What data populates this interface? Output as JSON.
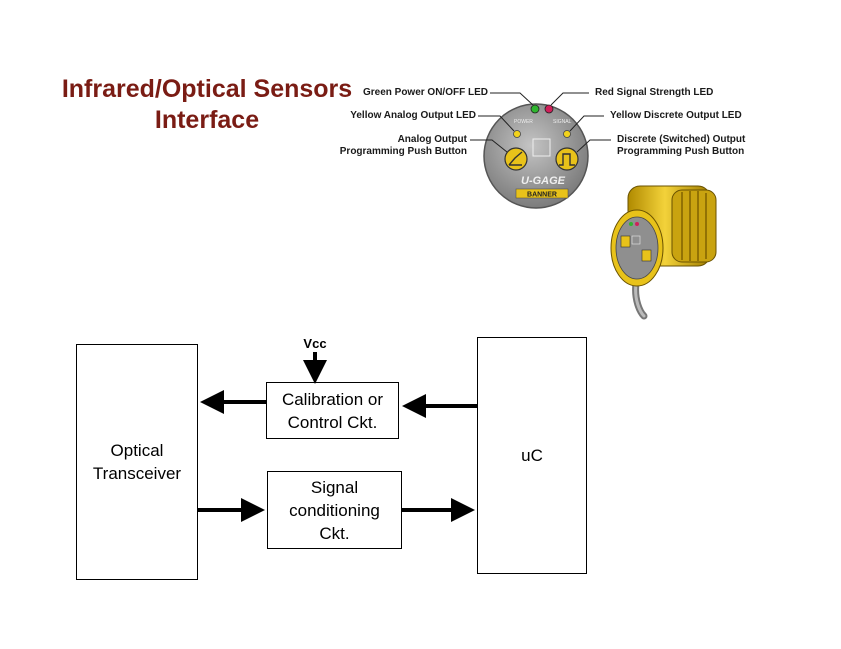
{
  "slide": {
    "title_line1": "Infrared/Optical Sensors",
    "title_line2": "Interface"
  },
  "sensor_figure": {
    "callouts": {
      "green_power": "Green Power ON/OFF LED",
      "red_signal": "Red Signal Strength LED",
      "yellow_analog": "Yellow Analog Output LED",
      "yellow_discrete": "Yellow Discrete Output LED",
      "analog_button_line1": "Analog Output",
      "analog_button_line2": "Programming Push Button",
      "discrete_button_line1": "Discrete (Switched) Output",
      "discrete_button_line2": "Programming Push Button"
    },
    "face_labels": {
      "power": "POWER",
      "signal": "SIGNAL",
      "product": "U-GAGE",
      "brand": "BANNER"
    },
    "colors": {
      "housing_yellow": "#e8c21a",
      "face_gray": "#9a9a9a",
      "led_green": "#2fb52f",
      "led_red": "#d0205a",
      "led_yellow": "#f2d21c"
    }
  },
  "block_diagram": {
    "optical_transceiver": {
      "line1": "Optical",
      "line2": "Transceiver"
    },
    "calibration": {
      "line1": "Calibration or",
      "line2": "Control Ckt."
    },
    "signal_conditioning": {
      "line1": "Signal",
      "line2": "conditioning",
      "line3": "Ckt."
    },
    "microcontroller": {
      "label": "uC"
    },
    "vcc_label": "Vcc"
  }
}
